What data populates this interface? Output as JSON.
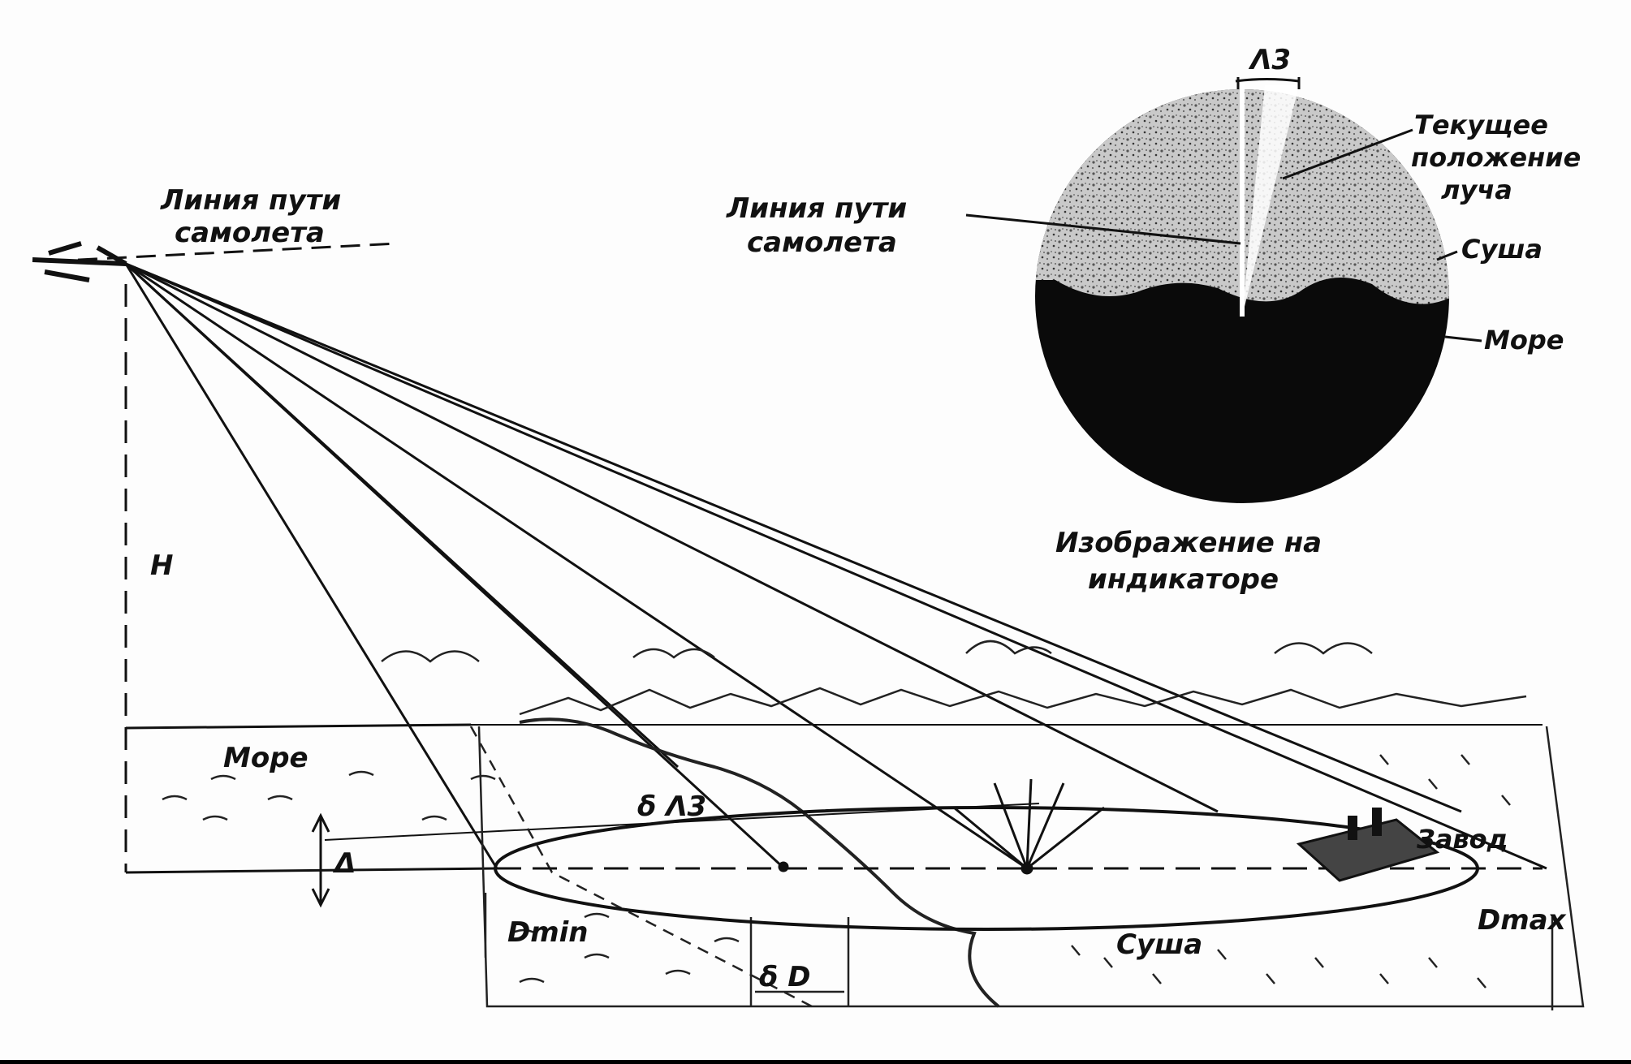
{
  "diagram": {
    "labels": {
      "flight_path_top": [
        "Линия пути",
        "самолета"
      ],
      "flight_path_scope": [
        "Линия пути",
        "самолета"
      ],
      "current_beam": [
        "Текущее",
        "положение",
        "луча"
      ],
      "land_scope": "Суша",
      "sea_scope": "Море",
      "indicator_caption": [
        "Изображение на",
        "индикаторе"
      ],
      "height": "H",
      "sea_ground": "Море",
      "land_ground": "Суша",
      "delta_az": "δ Λ3",
      "delta_d": "δ D",
      "dmin": "Dmin",
      "dmax": "Dmax",
      "factory": "Завод",
      "beam_az": "Λ3",
      "angle": "Δ"
    },
    "colors": {
      "background": "#ffffff",
      "ink": "#111111",
      "sea_scope": "#0a0a0a",
      "land_scope": "#bdbdbd"
    },
    "icons": [
      "aircraft-icon",
      "radar-scope-icon",
      "factory-icon"
    ]
  }
}
